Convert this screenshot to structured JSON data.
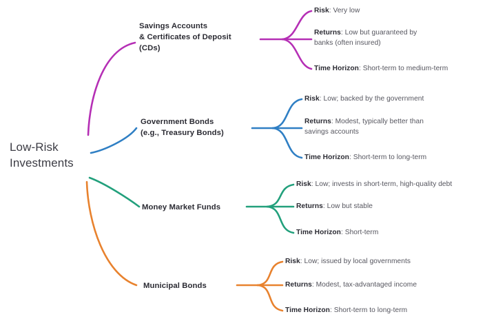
{
  "diagram": {
    "type": "mind-map",
    "root": {
      "label": "Low-Risk\nInvestments",
      "line1": "Low-Risk",
      "line2": "Investments"
    },
    "colors": {
      "magenta": "#b52fb5",
      "blue": "#2f7fc4",
      "teal": "#22a07c",
      "orange": "#e8822e",
      "root_text": "#3c3c44",
      "branch_text": "#2b2b33",
      "leaf_label_text": "#2b2b33",
      "leaf_value_text": "#55555e",
      "background": "#ffffff"
    },
    "branches": [
      {
        "id": "savings-accounts-cds",
        "color": "#b52fb5",
        "label_line1": "Savings Accounts",
        "label_line2": "& Certificates of Deposit",
        "label_line3": "(CDs)",
        "leaves": [
          {
            "label": "Risk",
            "value": "Very low",
            "value_line2": ""
          },
          {
            "label": "Returns",
            "value": "Low but guaranteed by",
            "value_line2": "banks (often insured)"
          },
          {
            "label": "Time Horizon",
            "value": "Short-term to medium-term",
            "value_line2": ""
          }
        ]
      },
      {
        "id": "government-bonds",
        "color": "#2f7fc4",
        "label_line1": "Government Bonds",
        "label_line2": "(e.g., Treasury Bonds)",
        "label_line3": "",
        "leaves": [
          {
            "label": "Risk",
            "value": "Low; backed by the government",
            "value_line2": ""
          },
          {
            "label": "Returns",
            "value": "Modest, typically better than",
            "value_line2": "savings accounts"
          },
          {
            "label": "Time Horizon",
            "value": "Short-term to long-term",
            "value_line2": ""
          }
        ]
      },
      {
        "id": "money-market-funds",
        "color": "#22a07c",
        "label_line1": "Money Market Funds",
        "label_line2": "",
        "label_line3": "",
        "leaves": [
          {
            "label": "Risk",
            "value": "Low; invests in short-term, high-quality debt",
            "value_line2": ""
          },
          {
            "label": "Returns",
            "value": "Low but stable",
            "value_line2": ""
          },
          {
            "label": "Time Horizon",
            "value": "Short-term",
            "value_line2": ""
          }
        ]
      },
      {
        "id": "municipal-bonds",
        "color": "#e8822e",
        "label_line1": "Municipal Bonds",
        "label_line2": "",
        "label_line3": "",
        "leaves": [
          {
            "label": "Risk",
            "value": "Low; issued by local governments",
            "value_line2": ""
          },
          {
            "label": "Returns",
            "value": "Modest, tax-advantaged income",
            "value_line2": ""
          },
          {
            "label": "Time Horizon",
            "value": "Short-term to long-term",
            "value_line2": ""
          }
        ]
      }
    ],
    "separator": ":"
  }
}
